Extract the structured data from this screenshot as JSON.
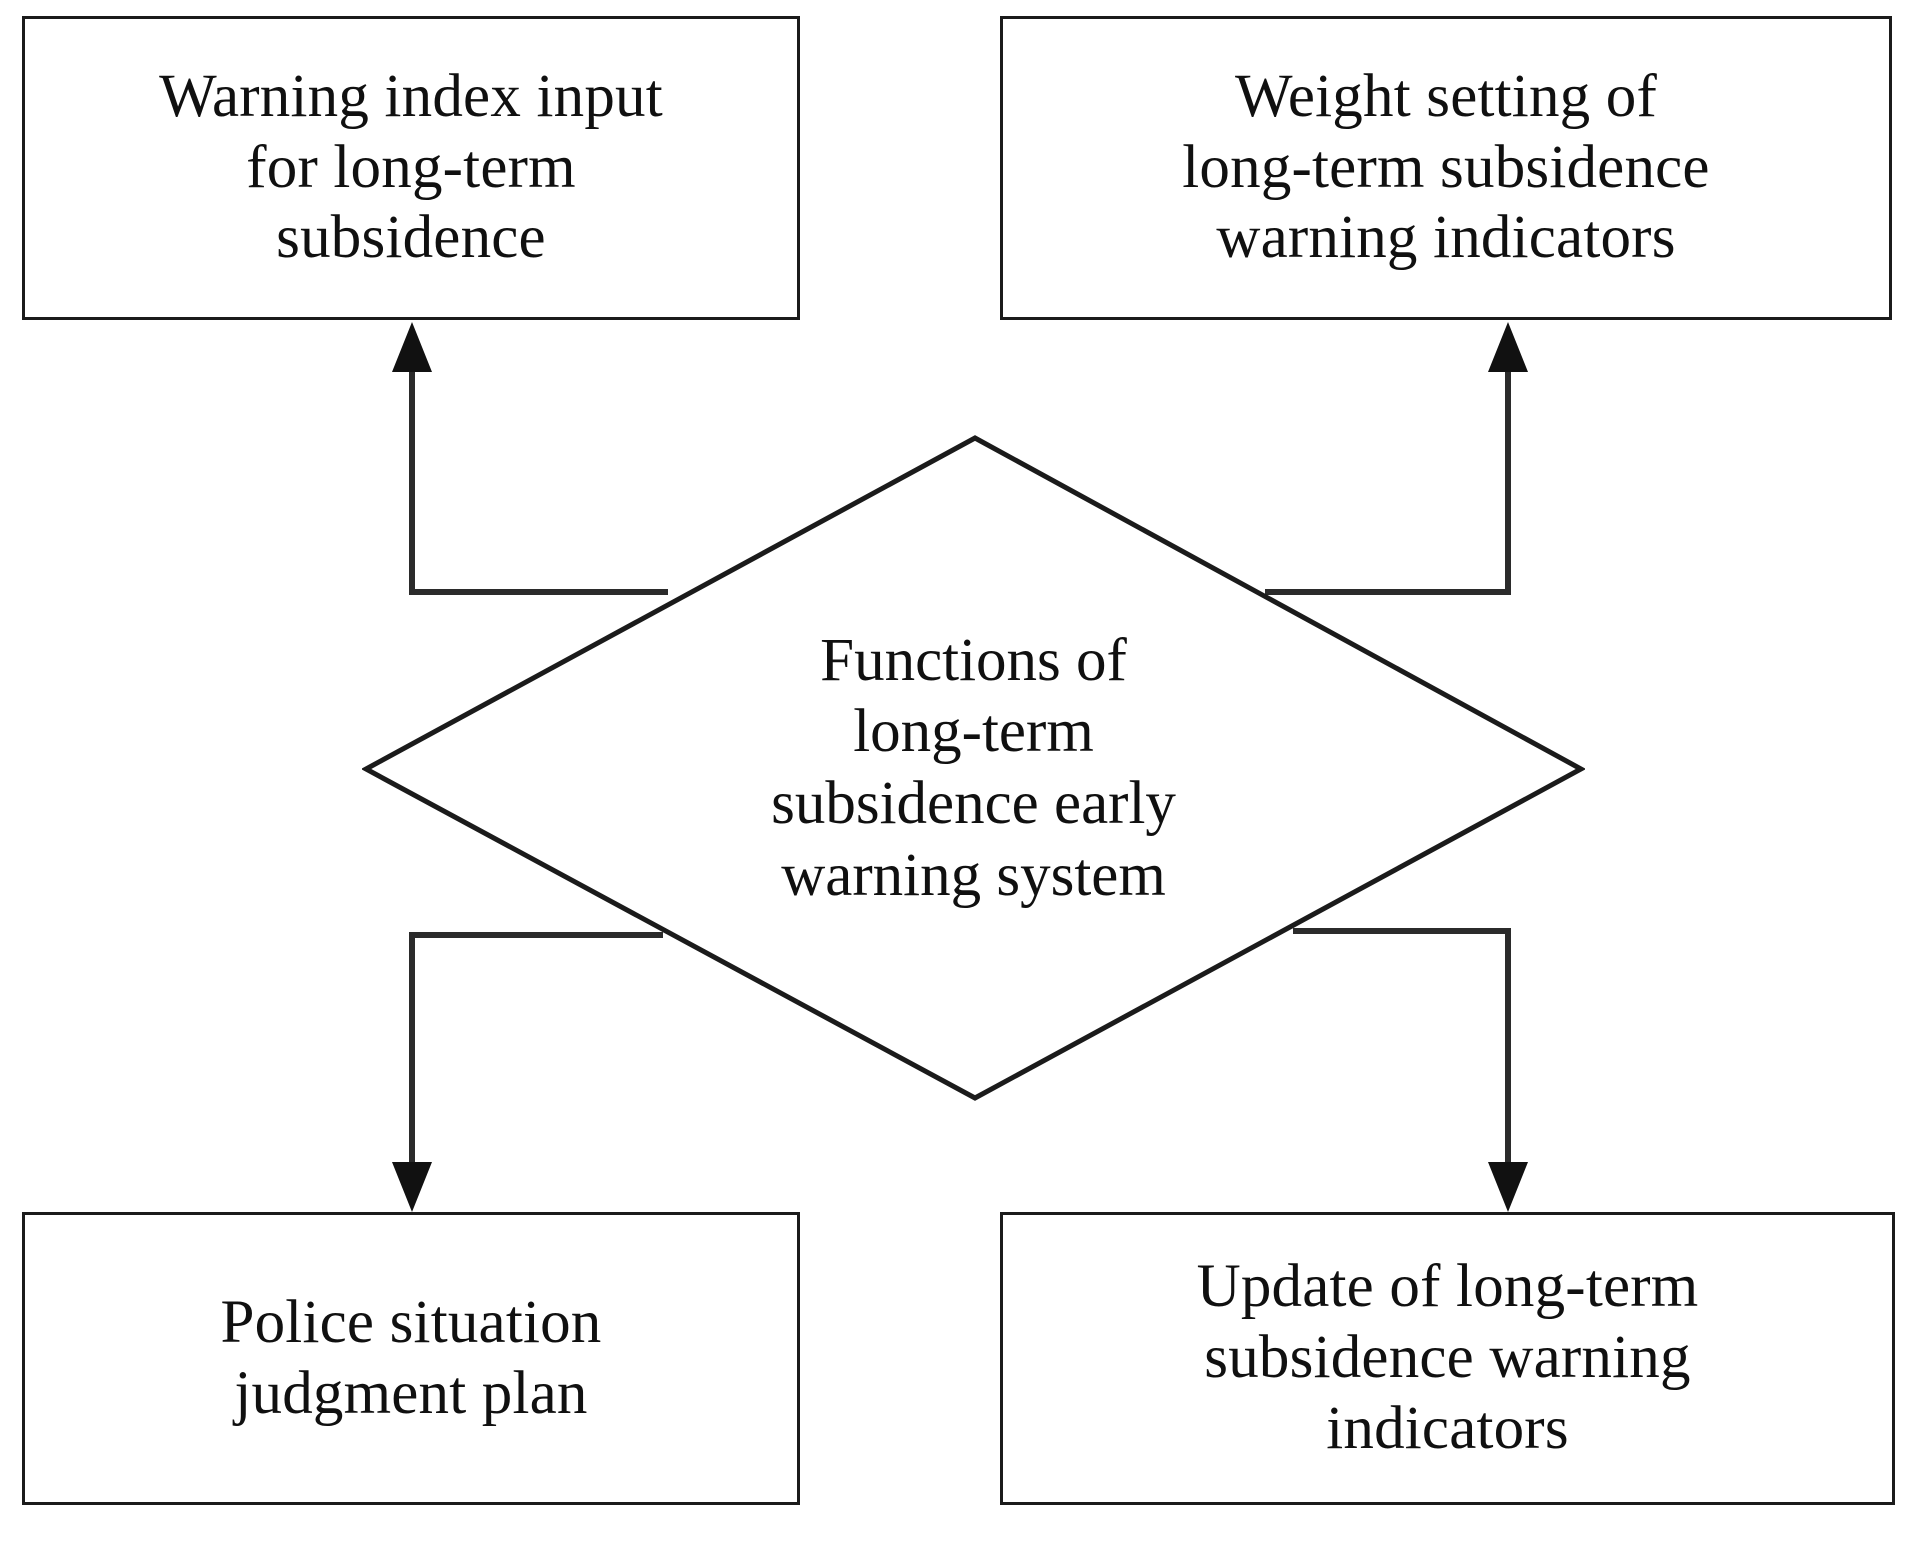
{
  "diagram": {
    "type": "flowchart",
    "title": "Functions of long-term subsidence early warning system",
    "center_node": {
      "shape": "diamond",
      "label": "Functions of\nlong-term\nsubsidence early\nwarning system"
    },
    "nodes": [
      {
        "id": "warning-index-input",
        "shape": "rectangle",
        "position": "top-left",
        "label": "Warning index input\nfor long-term\nsubsidence"
      },
      {
        "id": "weight-setting",
        "shape": "rectangle",
        "position": "top-right",
        "label": "Weight setting of\nlong-term subsidence\nwarning indicators"
      },
      {
        "id": "police-situation",
        "shape": "rectangle",
        "position": "bottom-left",
        "label": "Police situation\njudgment plan"
      },
      {
        "id": "update-indicators",
        "shape": "rectangle",
        "position": "bottom-right",
        "label": "Update of long-term\nsubsidence  warning\nindicators"
      }
    ],
    "edges": [
      {
        "from": "center-node",
        "to": "warning-index-input",
        "style": "elbow",
        "arrow": "to-target"
      },
      {
        "from": "center-node",
        "to": "weight-setting",
        "style": "elbow",
        "arrow": "to-target"
      },
      {
        "from": "center-node",
        "to": "police-situation",
        "style": "elbow",
        "arrow": "to-target"
      },
      {
        "from": "center-node",
        "to": "update-indicators",
        "style": "elbow",
        "arrow": "to-target"
      }
    ],
    "colors": {
      "background": "#ffffff",
      "stroke": "#1b1b1b",
      "connector": "#2b2b2b",
      "text": "#101010"
    }
  }
}
